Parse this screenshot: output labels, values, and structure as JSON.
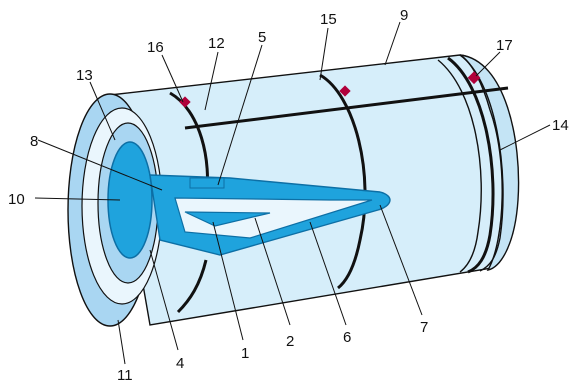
{
  "colors": {
    "shell": "#d6eefa",
    "face": "#a9d6f2",
    "ring_light": "#eaf6fd",
    "core": "#1fa3dd",
    "core_outline": "#0d6fa5",
    "marker": "#b0003a",
    "line": "#111111"
  },
  "labels": [
    {
      "id": "1",
      "text": "1"
    },
    {
      "id": "2",
      "text": "2"
    },
    {
      "id": "4",
      "text": "4"
    },
    {
      "id": "5",
      "text": "5"
    },
    {
      "id": "6",
      "text": "6"
    },
    {
      "id": "7",
      "text": "7"
    },
    {
      "id": "8",
      "text": "8"
    },
    {
      "id": "9",
      "text": "9"
    },
    {
      "id": "10",
      "text": "10"
    },
    {
      "id": "11",
      "text": "11"
    },
    {
      "id": "12",
      "text": "12"
    },
    {
      "id": "13",
      "text": "13"
    },
    {
      "id": "14",
      "text": "14"
    },
    {
      "id": "15",
      "text": "15"
    },
    {
      "id": "16",
      "text": "16"
    },
    {
      "id": "17",
      "text": "17"
    }
  ]
}
